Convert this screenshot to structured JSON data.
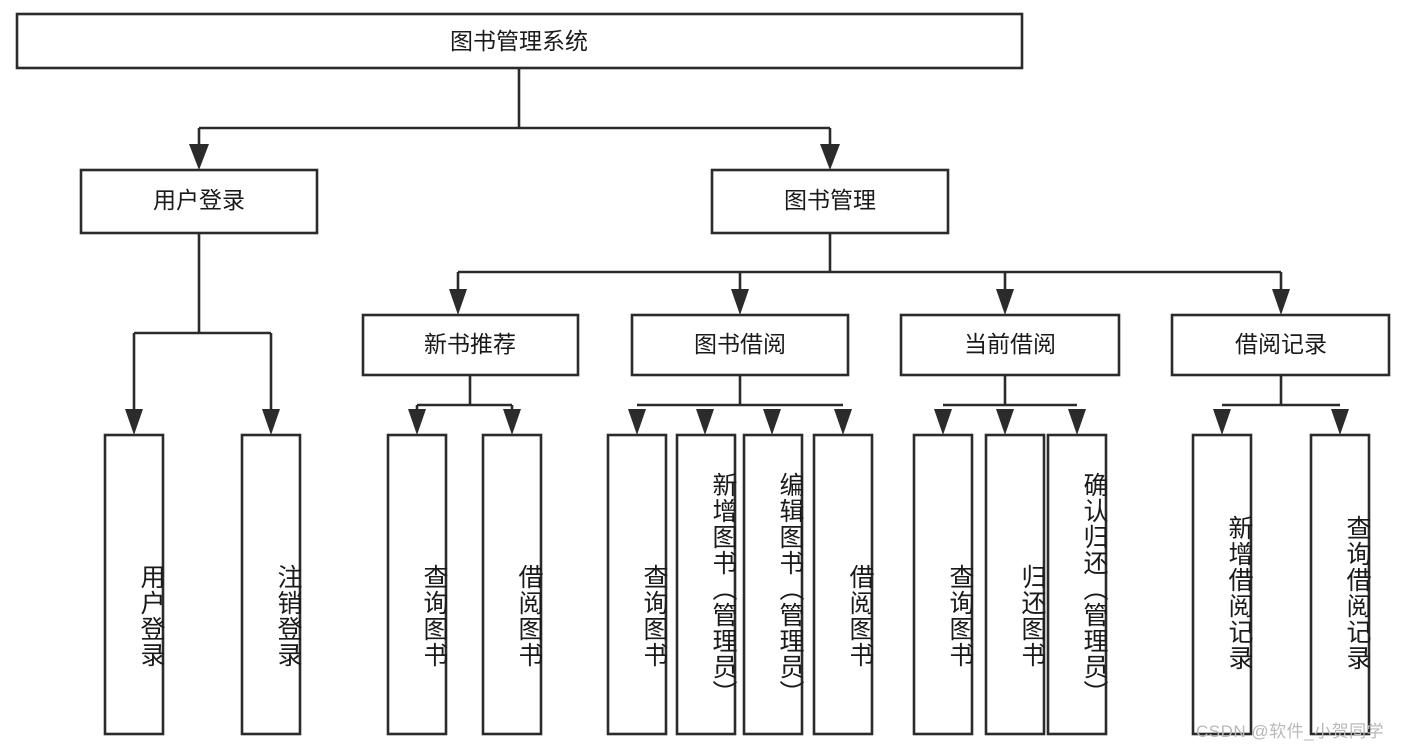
{
  "diagram": {
    "type": "tree-hierarchy",
    "title": "图书管理系统",
    "watermark": "CSDN @软件_小贺同学",
    "colors": {
      "stroke": "#2b2b2b",
      "fill": "#ffffff",
      "text": "#1a1a1a",
      "watermark": "#b9b9b9"
    },
    "levels": {
      "root": "图书管理系统",
      "level2": [
        "用户登录",
        "图书管理"
      ],
      "level3": [
        "新书推荐",
        "图书借阅",
        "当前借阅",
        "借阅记录"
      ]
    },
    "nodes": {
      "root": {
        "label": "图书管理系统"
      },
      "user_login": {
        "label": "用户登录"
      },
      "book_manage": {
        "label": "图书管理"
      },
      "new_book_rec": {
        "label": "新书推荐"
      },
      "book_borrow": {
        "label": "图书借阅"
      },
      "current_borrow": {
        "label": "当前借阅"
      },
      "borrow_record": {
        "label": "借阅记录"
      }
    },
    "leaves": {
      "user_login": [
        {
          "label": "用户登录"
        },
        {
          "label": "注销登录"
        }
      ],
      "new_book_rec": [
        {
          "label": "查询图书"
        },
        {
          "label": "借阅图书"
        }
      ],
      "book_borrow": [
        {
          "label": "查询图书"
        },
        {
          "label": "新增图书（管理员）"
        },
        {
          "label": "编辑图书（管理员）"
        },
        {
          "label": "借阅图书"
        }
      ],
      "current_borrow": [
        {
          "label": "查询图书"
        },
        {
          "label": "归还图书"
        },
        {
          "label": "确认归还（管理员）"
        }
      ],
      "borrow_record": [
        {
          "label": "新增借阅记录"
        },
        {
          "label": "查询借阅记录"
        }
      ]
    }
  }
}
